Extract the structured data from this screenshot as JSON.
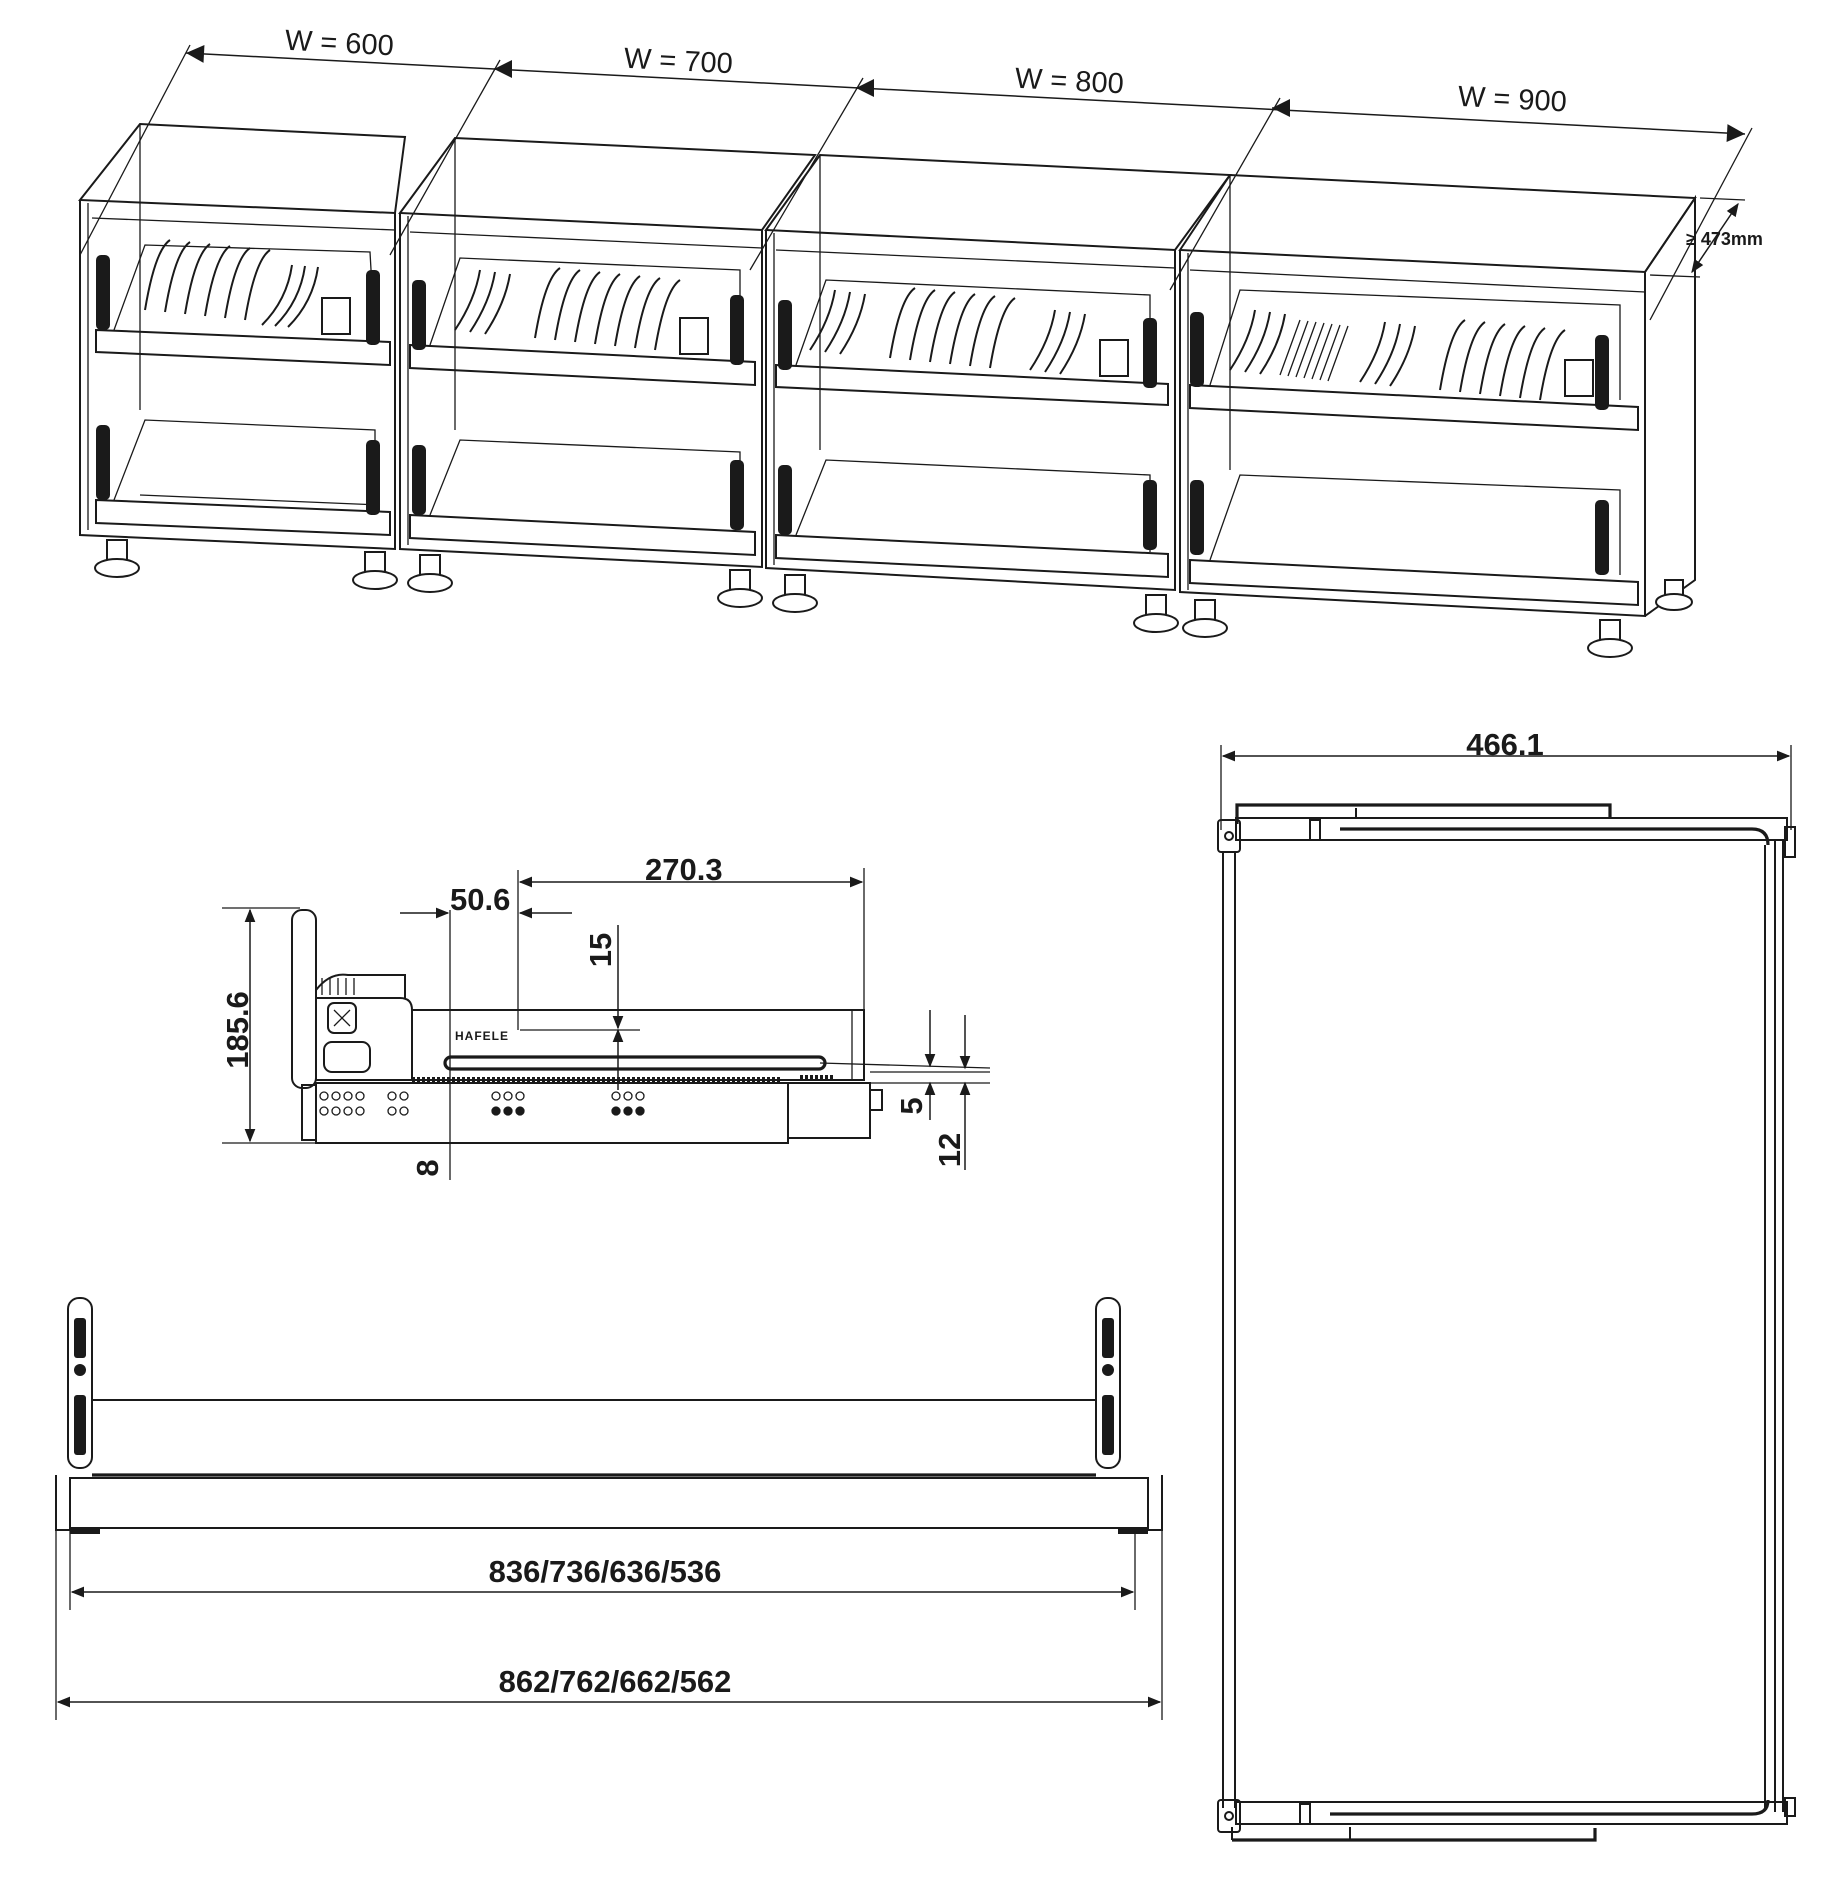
{
  "cabinet_row": {
    "widths": [
      {
        "label": "W = 600"
      },
      {
        "label": "W = 700"
      },
      {
        "label": "W = 800"
      },
      {
        "label": "W = 900"
      }
    ],
    "depth_label": "≥ 473mm"
  },
  "side_view": {
    "height_label": "185.6",
    "offset_label": "50.6",
    "length_label": "270.3",
    "rail_gap_label": "15",
    "bottom_offset_label": "8",
    "gap_small_label": "5",
    "gap_large_label": "12",
    "brand_mark": "HAFELE"
  },
  "front_view": {
    "inner_width_label": "836/736/636/536",
    "outer_width_label": "862/762/662/562"
  },
  "top_view": {
    "depth_label": "466.1"
  },
  "colors": {
    "line": "#1a1a1a",
    "background": "#ffffff"
  }
}
